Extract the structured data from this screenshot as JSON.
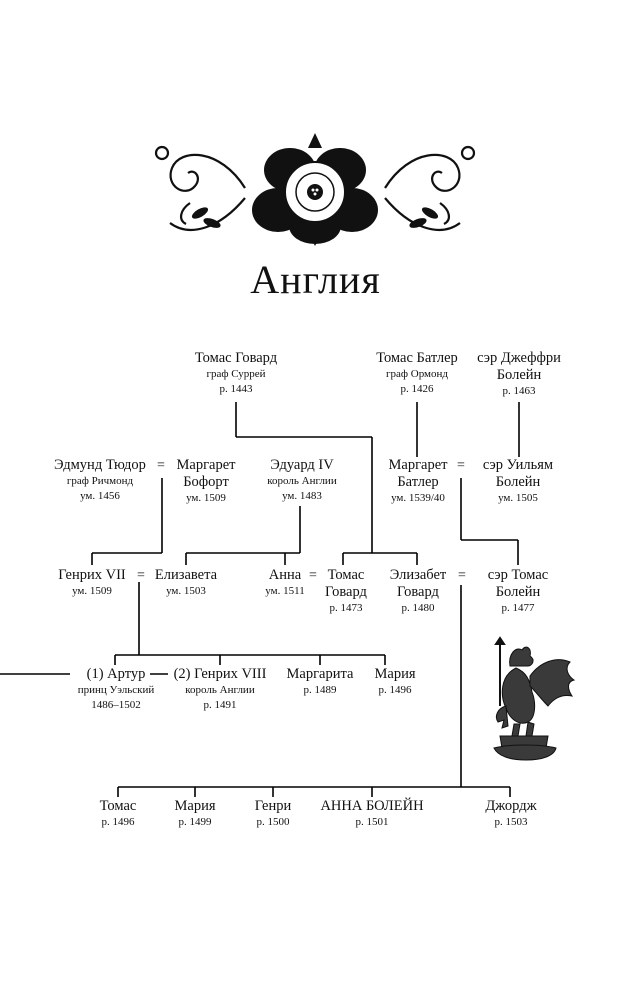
{
  "title": "Англия",
  "people": {
    "thomas_howard_surrey": {
      "name": [
        "Томас Говард"
      ],
      "title": "граф Суррей",
      "date": "р. 1443"
    },
    "thomas_butler": {
      "name": [
        "Томас Батлер"
      ],
      "title": "граф Ормонд",
      "date": "р. 1426"
    },
    "geoffrey_boleyn": {
      "name": [
        "сэр Джеффри",
        "Болейн"
      ],
      "title": "",
      "date": "р. 1463"
    },
    "edmund_tudor": {
      "name": [
        "Эдмунд Тюдор"
      ],
      "title": "граф Ричмонд",
      "date": "ум. 1456"
    },
    "margaret_beaufort": {
      "name": [
        "Маргарет",
        "Бофорт"
      ],
      "title": "",
      "date": "ум. 1509"
    },
    "edward_iv": {
      "name": [
        "Эдуард IV"
      ],
      "title": "король Англии",
      "date": "ум. 1483"
    },
    "margaret_butler": {
      "name": [
        "Маргарет",
        "Батлер"
      ],
      "title": "",
      "date": "ум. 1539/40"
    },
    "william_boleyn": {
      "name": [
        "сэр Уильям",
        "Болейн"
      ],
      "title": "",
      "date": "ум. 1505"
    },
    "henry_vii": {
      "name": [
        "Генрих VII"
      ],
      "title": "",
      "date": "ум. 1509"
    },
    "elizabeth_york": {
      "name": [
        "Елизавета"
      ],
      "title": "",
      "date": "ум. 1503"
    },
    "anne_york": {
      "name": [
        "Анна"
      ],
      "title": "",
      "date": "ум. 1511"
    },
    "thomas_howard": {
      "name": [
        "Томас",
        "Говард"
      ],
      "title": "",
      "date": "р. 1473"
    },
    "elizabeth_howard": {
      "name": [
        "Элизабет",
        "Говард"
      ],
      "title": "",
      "date": "р. 1480"
    },
    "thomas_boleyn": {
      "name": [
        "сэр Томас",
        "Болейн"
      ],
      "title": "",
      "date": "р. 1477"
    },
    "arthur": {
      "name": [
        "(1) Артур"
      ],
      "title": "принц Уэльский",
      "date": "1486–1502"
    },
    "henry_viii": {
      "name": [
        "(2) Генрих VIII"
      ],
      "title": "король Англии",
      "date": "р. 1491"
    },
    "margaret_tudor": {
      "name": [
        "Маргарита"
      ],
      "title": "",
      "date": "р. 1489"
    },
    "mary_tudor": {
      "name": [
        "Мария"
      ],
      "title": "",
      "date": "р. 1496"
    },
    "thomas_b": {
      "name": [
        "Томас"
      ],
      "title": "",
      "date": "р. 1496"
    },
    "mary_boleyn": {
      "name": [
        "Мария"
      ],
      "title": "",
      "date": "р. 1499"
    },
    "henry_boleyn": {
      "name": [
        "Генри"
      ],
      "title": "",
      "date": "р. 1500"
    },
    "anne_boleyn": {
      "name": [
        "АННА БОЛЕЙН"
      ],
      "title": "",
      "date": "р. 1501"
    },
    "george_boleyn": {
      "name": [
        "Джордж"
      ],
      "title": "",
      "date": "р. 1503"
    }
  },
  "marriage_sign": "=",
  "icons": {
    "emblem": "tudor-rose-emblem",
    "griffin": "griffin-heraldic-icon"
  }
}
